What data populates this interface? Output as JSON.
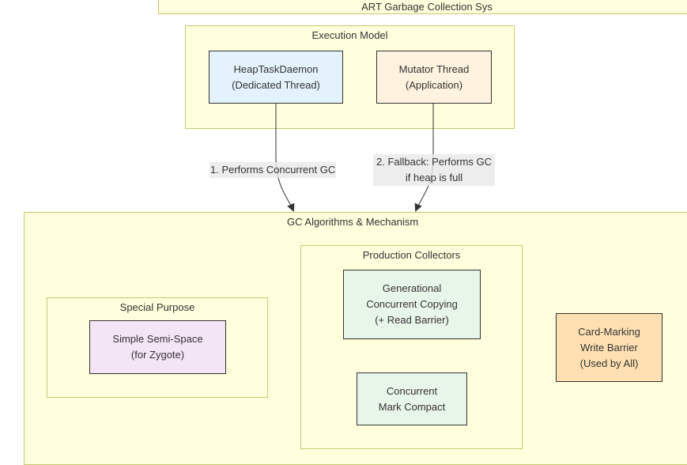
{
  "root": {
    "title": "ART Garbage Collection Sys"
  },
  "execution_model": {
    "title": "Execution Model",
    "heap_daemon": {
      "line1": "HeapTaskDaemon",
      "line2": "(Dedicated Thread)"
    },
    "mutator": {
      "line1": "Mutator Thread",
      "line2": "(Application)"
    }
  },
  "edges": {
    "e1": "1. Performs Concurrent GC",
    "e2_line1": "2. Fallback: Performs GC",
    "e2_line2": "if heap is full"
  },
  "gc": {
    "title": "GC Algorithms & Mechanism",
    "special": {
      "title": "Special Purpose",
      "semispace": {
        "line1": "Simple Semi-Space",
        "line2": "(for Zygote)"
      }
    },
    "production": {
      "title": "Production Collectors",
      "gen_cc": {
        "line1": "Generational",
        "line2": "Concurrent Copying",
        "line3": "(+ Read Barrier)"
      },
      "cmc": {
        "line1": "Concurrent",
        "line2": "Mark Compact"
      }
    },
    "card_marking": {
      "line1": "Card-Marking",
      "line2": "Write Barrier",
      "line3": "(Used by All)"
    }
  },
  "colors": {
    "cluster_fill": "#ffffde",
    "cluster_border": "#c8c870",
    "heap_daemon_fill": "#e3f2fd",
    "mutator_fill": "#fff3e0",
    "semispace_fill": "#f3e5f5",
    "production_fill": "#e8f5e9",
    "card_marking_fill": "#ffe0b2",
    "edge": "#333333"
  }
}
